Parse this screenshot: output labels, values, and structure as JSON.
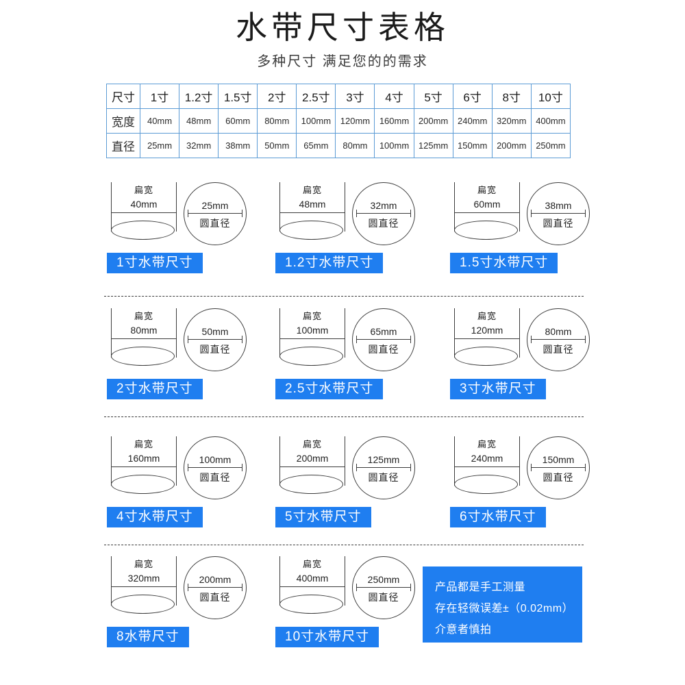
{
  "header": {
    "title": "水带尺寸表格",
    "subtitle": "多种尺寸 满足您的的需求"
  },
  "spec_table": {
    "row_headers": [
      "尺寸",
      "宽度",
      "直径"
    ],
    "columns": [
      "1寸",
      "1.2寸",
      "1.5寸",
      "2寸",
      "2.5寸",
      "3寸",
      "4寸",
      "5寸",
      "6寸",
      "8寸",
      "10寸"
    ],
    "width_row": [
      "40mm",
      "48mm",
      "60mm",
      "80mm",
      "100mm",
      "120mm",
      "160mm",
      "200mm",
      "240mm",
      "320mm",
      "400mm"
    ],
    "diameter_row": [
      "25mm",
      "32mm",
      "38mm",
      "50mm",
      "65mm",
      "80mm",
      "100mm",
      "125mm",
      "150mm",
      "200mm",
      "250mm"
    ]
  },
  "diagram_labels": {
    "flat_label": "扁宽",
    "round_label": "圆直径"
  },
  "cards": [
    {
      "flat": "40mm",
      "round": "25mm",
      "tag": "1寸水带尺寸"
    },
    {
      "flat": "48mm",
      "round": "32mm",
      "tag": "1.2寸水带尺寸"
    },
    {
      "flat": "60mm",
      "round": "38mm",
      "tag": "1.5寸水带尺寸"
    },
    {
      "flat": "80mm",
      "round": "50mm",
      "tag": "2寸水带尺寸"
    },
    {
      "flat": "100mm",
      "round": "65mm",
      "tag": "2.5寸水带尺寸"
    },
    {
      "flat": "120mm",
      "round": "80mm",
      "tag": "3寸水带尺寸"
    },
    {
      "flat": "160mm",
      "round": "100mm",
      "tag": "4寸水带尺寸"
    },
    {
      "flat": "200mm",
      "round": "125mm",
      "tag": "5寸水带尺寸"
    },
    {
      "flat": "240mm",
      "round": "150mm",
      "tag": "6寸水带尺寸"
    },
    {
      "flat": "320mm",
      "round": "200mm",
      "tag": "8水带尺寸"
    },
    {
      "flat": "400mm",
      "round": "250mm",
      "tag": "10寸水带尺寸"
    }
  ],
  "note": {
    "line1": "产品都是手工测量",
    "line2": "存在轻微误差±（0.02mm）",
    "line3": "介意者慎拍"
  },
  "colors": {
    "accent_blue": "#1f7ef0",
    "table_border": "#5b9bd5",
    "line_gray": "#3b3b3b"
  }
}
